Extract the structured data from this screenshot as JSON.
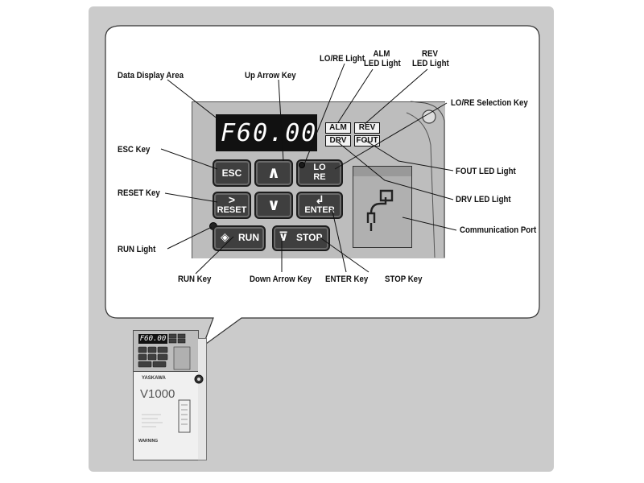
{
  "labels": {
    "data_display_area": "Data Display Area",
    "up_arrow_key": "Up Arrow Key",
    "lore_light": "LO/RE Light",
    "alm_led_light": [
      "ALM",
      "LED Light"
    ],
    "rev_led_light": [
      "REV",
      "LED Light"
    ],
    "lore_selection_key": "LO/RE Selection Key",
    "esc_key": "ESC Key",
    "fout_led_light": "FOUT LED Light",
    "reset_key": "RESET Key",
    "drv_led_light": "DRV LED Light",
    "communication_port": "Communication Port",
    "run_light": "RUN Light",
    "run_key": "RUN Key",
    "down_arrow_key": "Down Arrow Key",
    "enter_key": "ENTER Key",
    "stop_key": "STOP Key"
  },
  "keypad": {
    "display_value": "F60.00",
    "indicators": {
      "alm": "ALM",
      "rev": "REV",
      "drv": "DRV",
      "fout": "FOUT"
    },
    "keys": {
      "esc": "ESC",
      "up": "∧",
      "lore_top": "LO",
      "lore_bottom": "RE",
      "reset_symbol": ">",
      "reset": "RESET",
      "down": "∨",
      "enter_symbol": "↲",
      "enter": "ENTER",
      "run": "RUN",
      "stop": "STOP"
    }
  },
  "drive": {
    "display_value": "F60.00",
    "brand": "YASKAWA",
    "model": "V1000",
    "warning": "WARNING"
  },
  "colors": {
    "frame": "#cbcbcb",
    "callout": "#ffffff",
    "key": "#3f3f3f",
    "display": "#111111"
  }
}
